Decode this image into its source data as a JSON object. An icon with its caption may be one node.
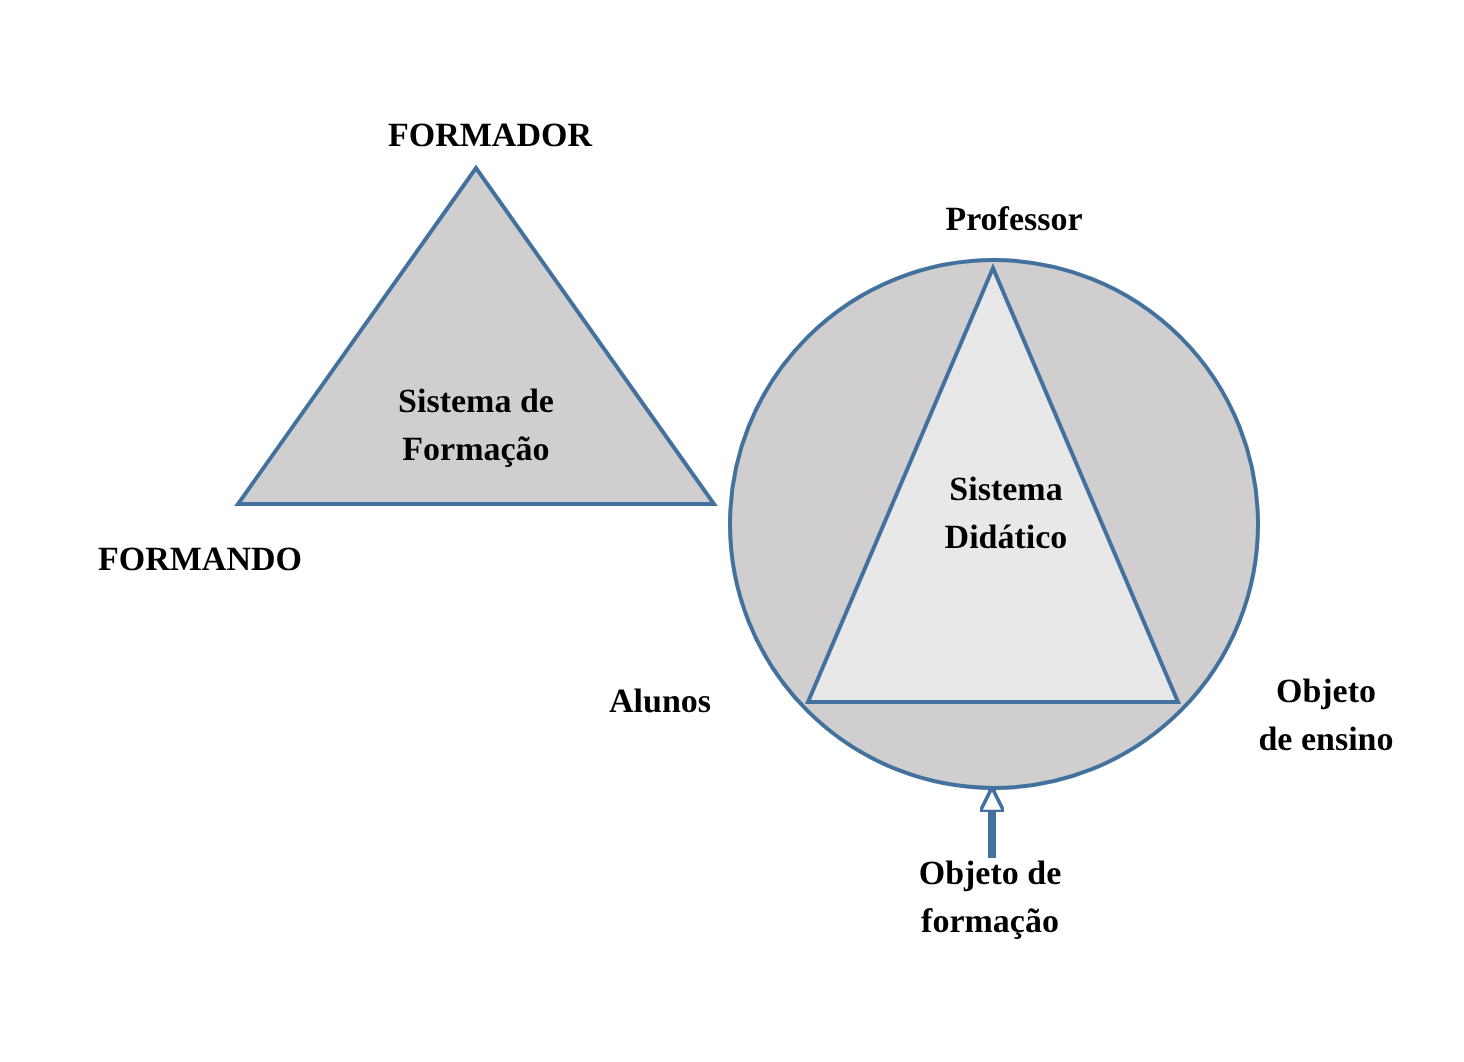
{
  "diagram": {
    "nodes": [
      {
        "text": [
          "Sistema de Formação"
        ]
      },
      {
        "text": [],
        "shape": "circle"
      },
      {
        "text": [
          "Sistema Didático"
        ],
        "in": 1
      },
      {
        "text": [
          "Objeto de formação"
        ]
      }
    ],
    "edges": [
      {
        "from": 3,
        "to": 1,
        "arrow": "to"
      }
    ],
    "labels": [
      "FORMADOR",
      "Professor",
      "FORMANDO",
      "Alunos",
      "Objeto de ensino"
    ]
  }
}
